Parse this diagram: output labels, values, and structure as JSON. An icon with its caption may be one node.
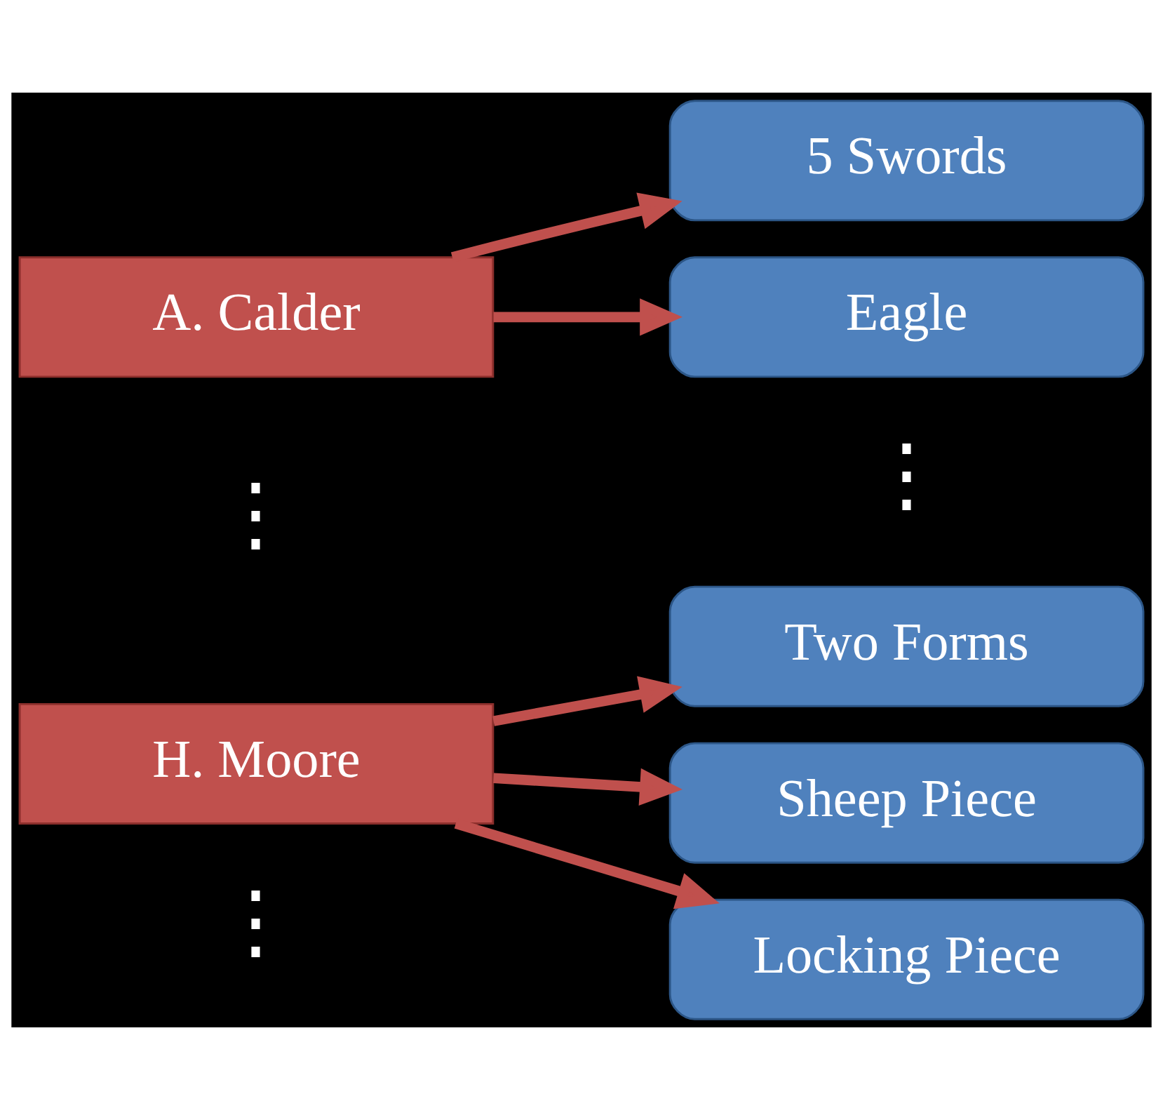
{
  "diagram": {
    "nodes": [
      {
        "text": [
          "A. Calder"
        ]
      },
      {
        "text": [
          "5 Swords"
        ]
      },
      {
        "text": [
          "Eagle"
        ]
      },
      {
        "text": [
          "Two Forms"
        ]
      },
      {
        "text": [
          "H. Moore"
        ]
      },
      {
        "text": [
          "Sheep Piece"
        ]
      },
      {
        "text": [
          "Locking Piece"
        ]
      }
    ],
    "edges": [
      {
        "from": 0,
        "to": 1,
        "arrow": "to"
      },
      {
        "from": 0,
        "to": 2,
        "arrow": "to"
      },
      {
        "from": 4,
        "to": 3,
        "arrow": "to"
      },
      {
        "from": 4,
        "to": 5,
        "arrow": "to"
      },
      {
        "from": 4,
        "to": 6,
        "arrow": "to"
      }
    ],
    "labels": [
      "⋮",
      "⋮",
      "⋮"
    ]
  }
}
